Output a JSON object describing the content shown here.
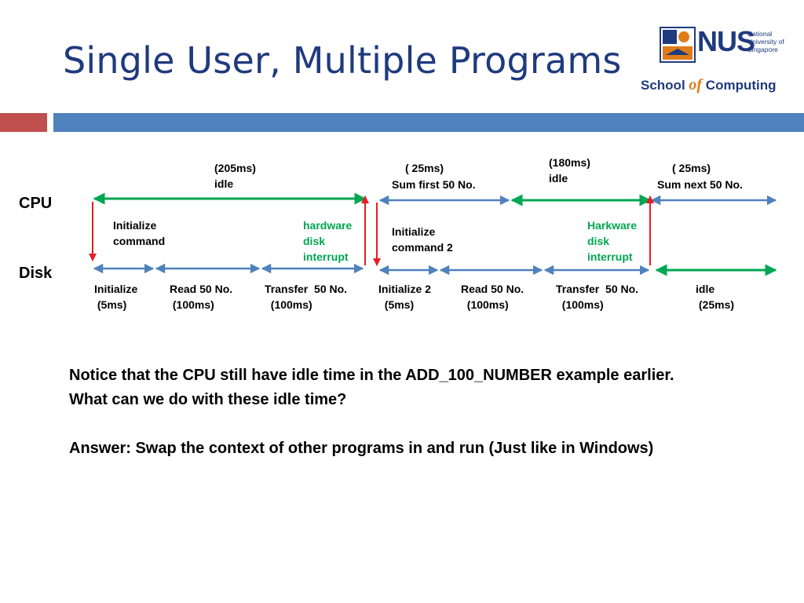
{
  "slide": {
    "title": "Single User, Multiple Programs",
    "logo": {
      "mark": "NUS",
      "subtitle": "National University of Singapore",
      "school_prefix": "School ",
      "school_of": "of",
      "school_suffix": " Computing"
    }
  },
  "colors": {
    "green": "#00a651",
    "blue": "#4f81bd",
    "red": "#e31e24",
    "title": "#1f3a7d",
    "accent_red": "#c0504d"
  },
  "timeline": {
    "cpu_label": "CPU",
    "disk_label": "Disk",
    "cpu_annotations": [
      {
        "duration": "(205ms)",
        "text": "idle"
      },
      {
        "duration": "( 25ms)",
        "text": "Sum first 50 No."
      },
      {
        "duration": "(180ms)",
        "text": "idle"
      },
      {
        "duration": "( 25ms)",
        "text": "Sum next 50 No."
      }
    ],
    "between_labels": [
      {
        "text": "Initialize\ncommand",
        "color": "black"
      },
      {
        "text": "hardware\ndisk\ninterrupt",
        "color": "green"
      },
      {
        "text": "Initialize\ncommand 2",
        "color": "black"
      },
      {
        "text": "Harkware\ndisk\ninterrupt",
        "color": "green"
      }
    ],
    "disk_segments": [
      {
        "label": "Initialize",
        "duration": " (5ms)"
      },
      {
        "label": "Read 50 No.",
        "duration": " (100ms)"
      },
      {
        "label": "Transfer  50 No.",
        "duration": "  (100ms)"
      },
      {
        "label": "Initialize 2",
        "duration": "  (5ms)"
      },
      {
        "label": "Read 50 No.",
        "duration": "  (100ms)"
      },
      {
        "label": "Transfer  50 No.",
        "duration": "  (100ms)"
      },
      {
        "label": "idle",
        "duration": " (25ms)"
      }
    ]
  },
  "text": {
    "notice": "Notice that the CPU still have idle time in the ADD_100_NUMBER example earlier. What can we do with these idle time?",
    "answer": "Answer: Swap the context of other programs in and run (Just like in Windows)"
  }
}
